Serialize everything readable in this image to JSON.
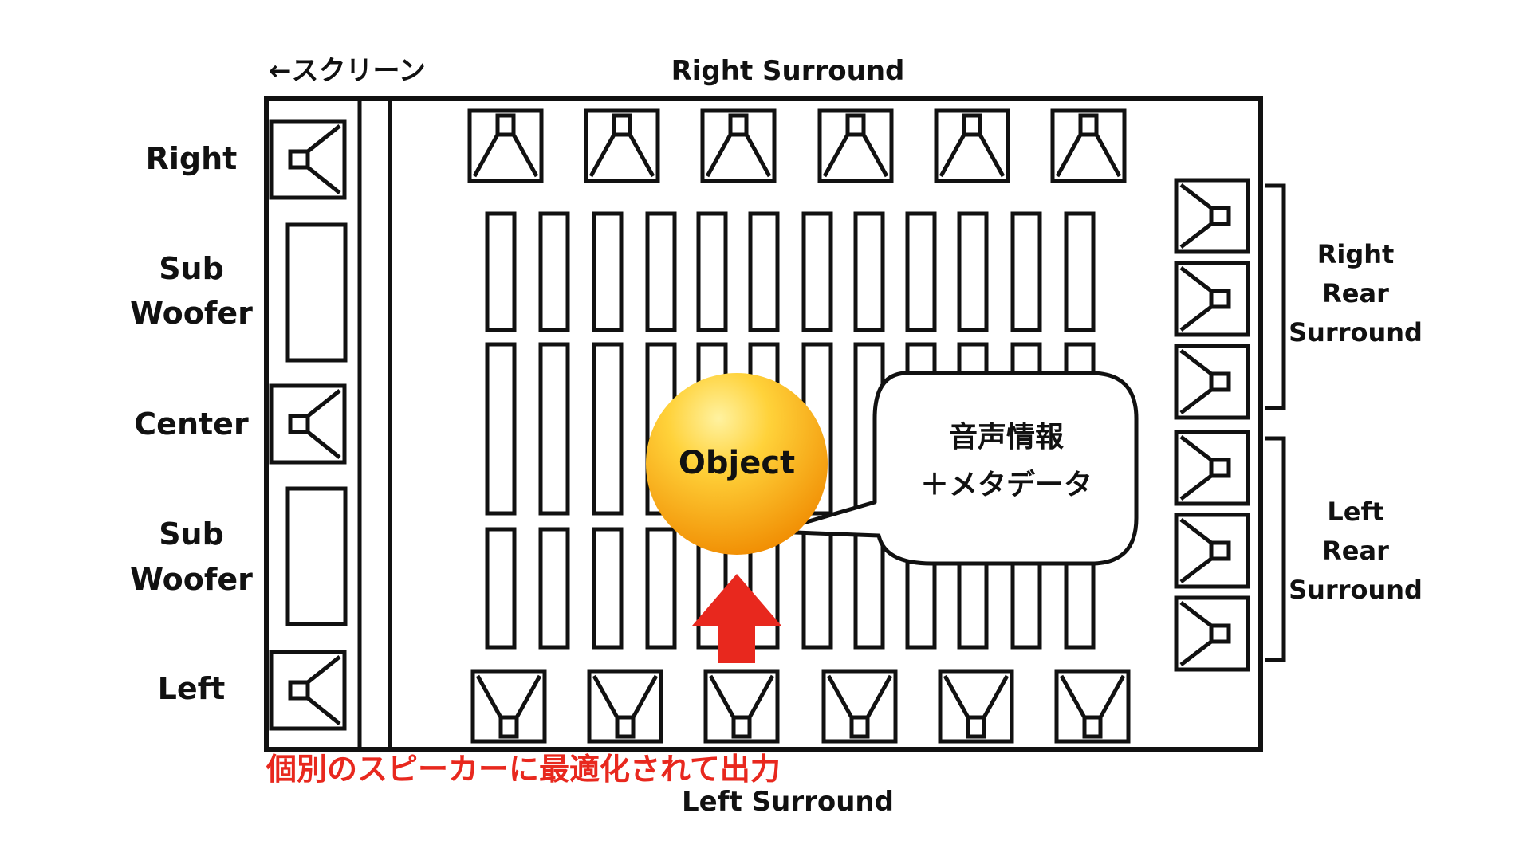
{
  "screen_label": "←スクリーン",
  "top_label": "Right Surround",
  "bottom_label": "Left Surround",
  "left_labels": {
    "right": "Right",
    "sub_top": [
      "Sub",
      "Woofer"
    ],
    "center": "Center",
    "sub_bottom": [
      "Sub",
      "Woofer"
    ],
    "left": "Left"
  },
  "right_rear": [
    "Right",
    "Rear",
    "Surround"
  ],
  "left_rear": [
    "Left",
    "Rear",
    "Surround"
  ],
  "object_label": "Object",
  "bubble_lines": [
    "音声情報",
    "＋メタデータ"
  ],
  "caption": "個別のスピーカーに最適化されて出力",
  "colors": {
    "caption": "#e8281e",
    "arrow": "#e8281e",
    "object_top": "#ffd23a",
    "object_bottom": "#f08a00",
    "stroke": "#111111"
  }
}
